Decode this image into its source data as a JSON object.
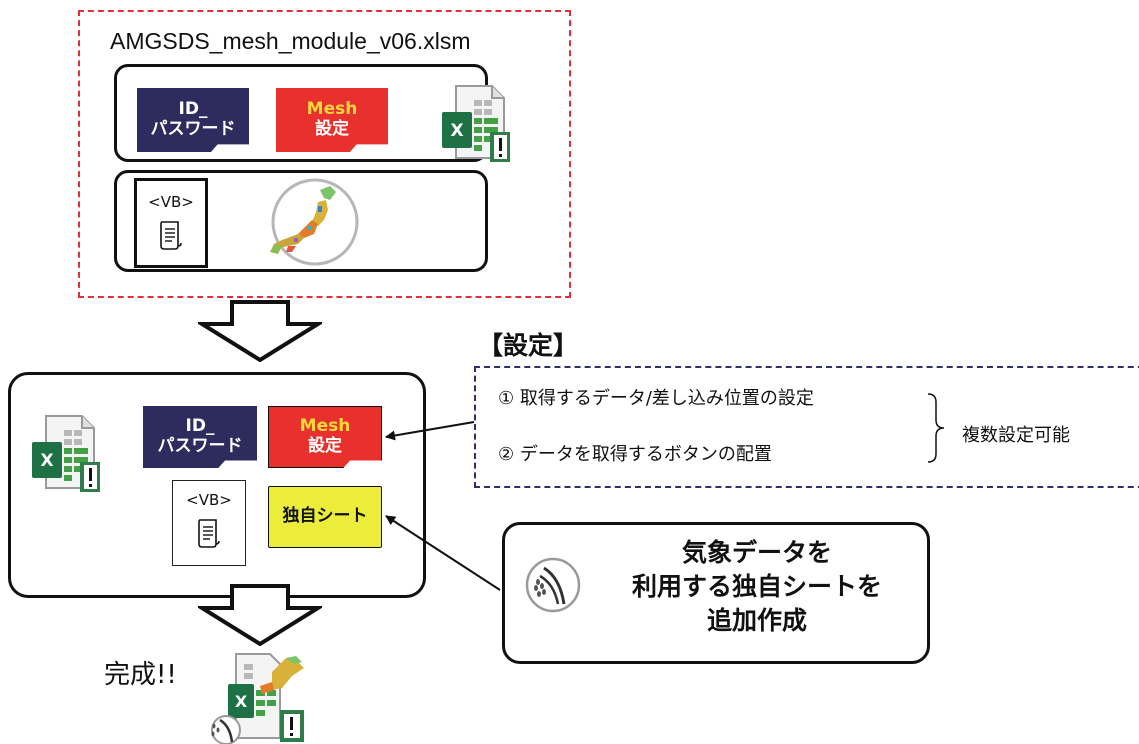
{
  "top_panel": {
    "filename": "AMGSDS_mesh_module_v06.xlsm",
    "id_sheet_line1": "ID_",
    "id_sheet_line2": "パスワード",
    "mesh_sheet_line1": "Mesh",
    "mesh_sheet_line2": "設定",
    "vb_label": "<VB>"
  },
  "settings": {
    "title": "【設定】",
    "item1": "① 取得するデータ/差し込み位置の設定",
    "item2": "② データを取得するボタンの配置",
    "note": "複数設定可能"
  },
  "middle_panel": {
    "id_sheet_line1": "ID_",
    "id_sheet_line2": "パスワード",
    "mesh_sheet_line1": "Mesh",
    "mesh_sheet_line2": "設定",
    "vb_label": "<VB>",
    "custom_sheet": "独自シート"
  },
  "callout": {
    "line1": "気象データを",
    "line2": "利用する独自シートを",
    "line3": "追加作成"
  },
  "final": {
    "label": "完成!!"
  },
  "colors": {
    "navy": "#2e2b5e",
    "red": "#e8312d",
    "yellow": "#ecec3a",
    "excel_green": "#1e7145",
    "dashed_red": "#e0303a"
  }
}
